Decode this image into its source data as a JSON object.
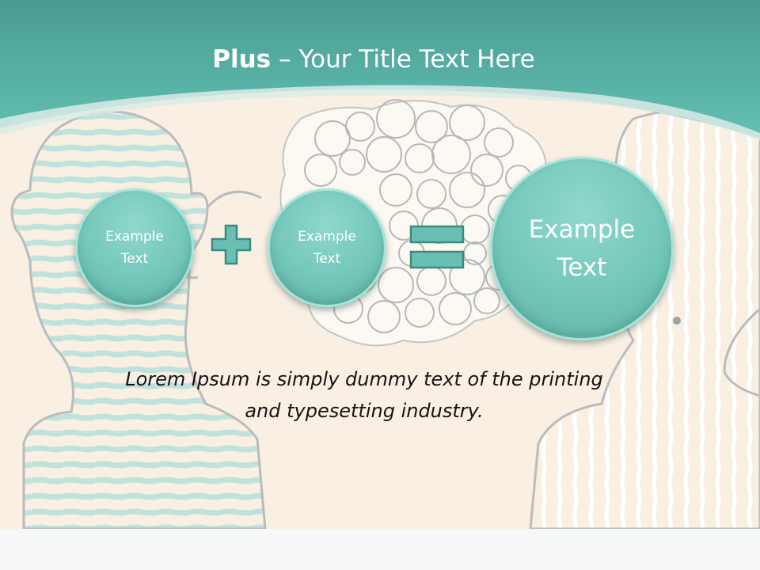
{
  "slide": {
    "title_bold": "Plus",
    "title_rest": " – Your Title Text Here",
    "circle_left": {
      "line1": "Example",
      "line2": "Text"
    },
    "circle_middle": {
      "line1": "Example",
      "line2": "Text"
    },
    "circle_result": {
      "line1": "Example",
      "line2": "Text"
    },
    "caption_line1": "Lorem Ipsum is simply dummy text of the printing",
    "caption_line2": "and typesetting industry.",
    "plus_symbol": "plus-icon",
    "equals_symbol": "equals-icon"
  },
  "colors": {
    "header_teal": "#5bb8ac",
    "header_dark": "#4a9c92",
    "background": "#f9efe3",
    "circle_fill": "#73c7b9",
    "symbol_fill": "#6bbfb2",
    "symbol_stroke": "#3c8a80",
    "sketch_line": "#b9bcbd"
  }
}
